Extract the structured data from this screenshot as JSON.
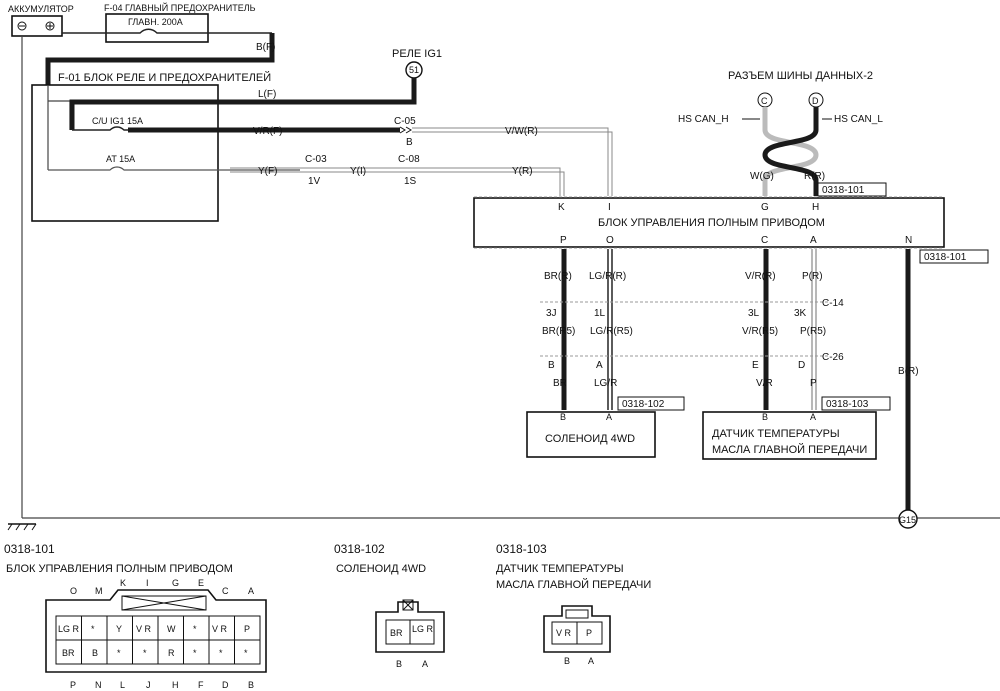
{
  "battery": {
    "label": "АККУМУЛЯТОР"
  },
  "fuse_main": {
    "title": "F-04 ГЛАВНЫЙ ПРЕДОХРАНИТЕЛЬ",
    "inner": "ГЛАВН. 200А",
    "wire": "B(F)"
  },
  "relay_block": {
    "title": "F-01  БЛОК РЕЛЕ  И ПРЕДОХРАНИТЕЛЕЙ",
    "fuse1": "C/U IG1 15A",
    "fuse2": "AT 15A"
  },
  "relay_ig1": {
    "title": "РЕЛЕ IG1",
    "pin": "51"
  },
  "wires": {
    "lf": "L(F)",
    "vrf": "V/R(F)",
    "c05": "C-05",
    "c05pin": "B",
    "vwr": "V/W(R)",
    "yf": "Y(F)",
    "c03": "C-03",
    "c03pin": "1V",
    "yi": "Y(I)",
    "c08": "C-08",
    "c08pin": "1S",
    "yr": "Y(R)"
  },
  "can": {
    "title": "РАЗЪЕМ ШИНЫ ДАННЫХ-2",
    "pin_c": "C",
    "pin_d": "D",
    "h": "HS CAN_H",
    "l": "HS CAN_L",
    "wg": "W(G)",
    "rr": "R(R)"
  },
  "ecu": {
    "title": "БЛОК УПРАВЛЕНИЯ ПОЛНЫМ ПРИВОДОМ",
    "code": "0318-101",
    "top_pins": [
      "K",
      "I",
      "G",
      "H"
    ],
    "bottom_pins": [
      "P",
      "O",
      "C",
      "A",
      "N"
    ]
  },
  "lower": {
    "br_r": "BR(R)",
    "lgr_r": "LG/R(R)",
    "vr_r": "V/R(R)",
    "p_r": "P(R)",
    "c14": "C-14",
    "p3j": "3J",
    "p1l": "1L",
    "p3l": "3L",
    "p3k": "3K",
    "br_r5": "BR(R5)",
    "lgr_r5": "LG/R(R5)",
    "vr_r5": "V/R(R5)",
    "p_r5": "P(R5)",
    "c26": "C-26",
    "pb": "B",
    "pa": "A",
    "pe": "E",
    "pd": "D",
    "br": "BR",
    "lgr": "LG/R",
    "vr": "V/R",
    "p": "P",
    "sol_pb": "B",
    "sol_pa": "A",
    "sen_pb": "B",
    "sen_pa": "A",
    "br_right": "B(R)",
    "ground": "G15"
  },
  "solenoid": {
    "code": "0318-102",
    "title": "СОЛЕНОИД 4WD"
  },
  "sensor": {
    "code": "0318-103",
    "line1": "ДАТЧИК ТЕМПЕРАТУРЫ",
    "line2": "МАСЛА ГЛАВНОЙ ПЕРЕДАЧИ"
  },
  "legend": {
    "ecu_code": "0318-101",
    "ecu_title": "БЛОК УПРАВЛЕНИЯ ПОЛНЫМ ПРИВОДОМ",
    "ecu_top": [
      "O",
      "M",
      "K",
      "I",
      "G",
      "E",
      "C",
      "A"
    ],
    "ecu_row1": [
      "LG R",
      "*",
      "Y",
      "V R",
      "W",
      "*",
      "V R",
      "P"
    ],
    "ecu_row2": [
      "BR",
      "B",
      "*",
      "*",
      "R",
      "*",
      "*",
      "*"
    ],
    "ecu_bottom": [
      "P",
      "N",
      "L",
      "J",
      "H",
      "F",
      "D",
      "B"
    ],
    "sol_code": "0318-102",
    "sol_title": "СОЛЕНОИД 4WD",
    "sol_cells": [
      "BR",
      "LG R"
    ],
    "sol_pins": [
      "B",
      "A"
    ],
    "sen_code": "0318-103",
    "sen_line1": "ДАТЧИК ТЕМПЕРАТУРЫ",
    "sen_line2": "МАСЛА ГЛАВНОЙ ПЕРЕДАЧИ",
    "sen_cells": [
      "V R",
      "P"
    ],
    "sen_pins": [
      "B",
      "A"
    ]
  }
}
